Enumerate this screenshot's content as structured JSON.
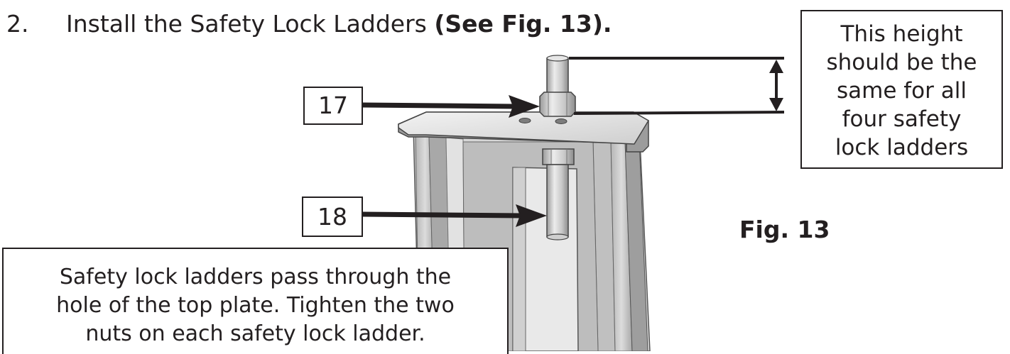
{
  "step": {
    "number": "2.",
    "text": "Install the Safety Lock Ladders",
    "ref": "(See Fig. 13)."
  },
  "note_right": {
    "lines": [
      "This height",
      "should be the",
      "same for all",
      "four safety",
      "lock ladders"
    ]
  },
  "callouts": {
    "part_17": "17",
    "part_18": "18"
  },
  "note_bottom": {
    "lines": [
      "Safety lock ladders pass through the",
      "hole of the top plate. Tighten the two",
      "nuts on each safety lock ladder."
    ]
  },
  "figure_label": "Fig. 13"
}
